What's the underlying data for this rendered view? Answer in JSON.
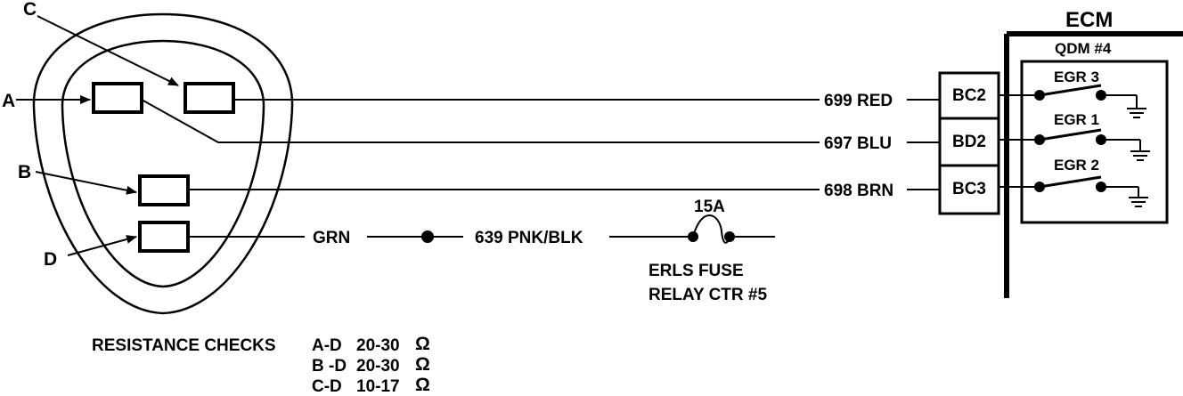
{
  "connector": {
    "pins": [
      "A",
      "B",
      "C",
      "D"
    ]
  },
  "wires": {
    "red": "699 RED",
    "blu": "697 BLU",
    "brn": "698 BRN",
    "grn": "GRN",
    "pnk_blk": "639 PNK/BLK"
  },
  "fuse": {
    "rating": "15A",
    "line1": "ERLS FUSE",
    "line2": "RELAY CTR #5"
  },
  "ecm": {
    "title": "ECM",
    "module": "QDM #4",
    "terminals": [
      "BC2",
      "BD2",
      "BC3"
    ],
    "switches": [
      "EGR 3",
      "EGR 1",
      "EGR 2"
    ]
  },
  "resistance": {
    "heading": "RESISTANCE CHECKS",
    "checks": [
      {
        "pair": "A-D",
        "range": "20-30",
        "unit": "Ω"
      },
      {
        "pair": "B -D",
        "range": "20-30",
        "unit": "Ω"
      },
      {
        "pair": "C-D",
        "range": "10-17",
        "unit": "Ω"
      }
    ]
  }
}
